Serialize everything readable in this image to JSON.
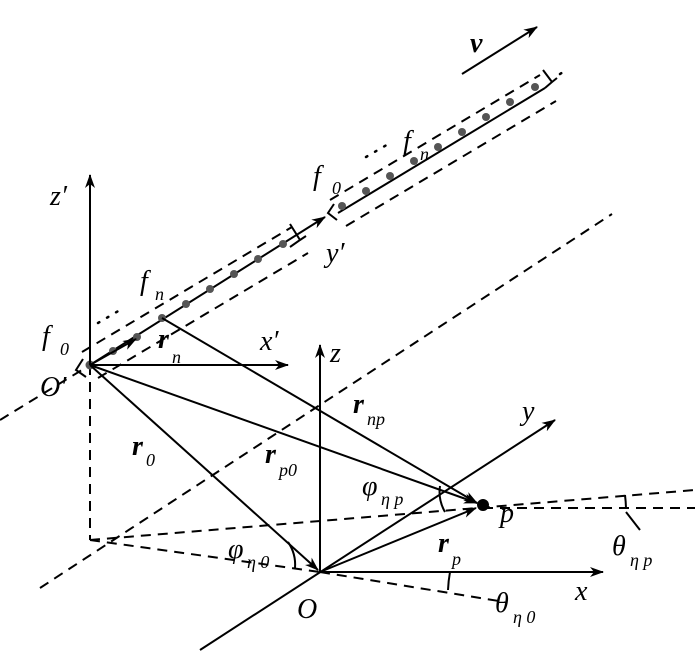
{
  "labels": {
    "v": "v",
    "fn_far": "f",
    "fn_far_sub": "n",
    "f0_far": "f",
    "f0_far_sub": "0",
    "y_prime": "y′",
    "z_prime": "z′",
    "fn_near": "f",
    "fn_near_sub": "n",
    "f0_near": "f",
    "f0_near_sub": "0",
    "rn": "r",
    "rn_sub": "n",
    "x_prime": "x′",
    "z": "z",
    "O_prime": "O′",
    "rnp": "r",
    "rnp_sub": "np",
    "y": "y",
    "r0": "r",
    "r0_sub": "0",
    "rp0": "r",
    "rp0_sub": "p0",
    "phi_np": "φ",
    "phi_np_sub": "η p",
    "p": "p",
    "theta_np": "θ",
    "theta_np_sub": "η p",
    "phi_n0": "φ",
    "phi_n0_sub": "η 0",
    "rp": "r",
    "rp_sub": "p",
    "O": "O",
    "theta_n0": "θ",
    "theta_n0_sub": "η 0",
    "x": "x"
  }
}
